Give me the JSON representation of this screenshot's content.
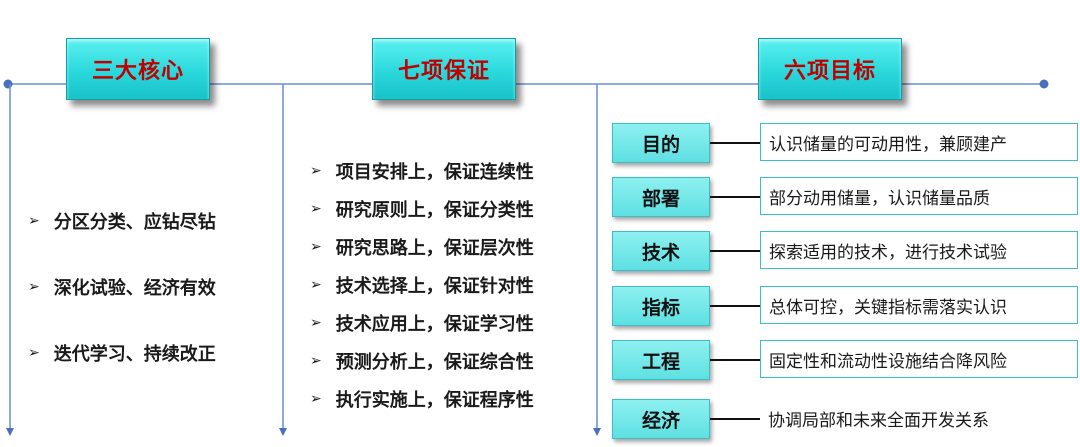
{
  "headers": [
    "三大核心",
    "七项保证",
    "六项目标"
  ],
  "core": [
    "分区分类、应钻尽钻",
    "深化试验、经济有效",
    "迭代学习、持续改正"
  ],
  "guarantees": [
    "项目安排上，保证连续性",
    "研究原则上，保证分类性",
    "研究思路上，保证层次性",
    "技术选择上，保证针对性",
    "技术应用上，保证学习性",
    "预测分析上，保证综合性",
    "执行实施上，保证程序性"
  ],
  "goals": [
    {
      "key": "目的",
      "value": "认识储量的可动用性，兼顾建产"
    },
    {
      "key": "部署",
      "value": "部分动用储量，认识储量品质"
    },
    {
      "key": "技术",
      "value": "探索适用的技术，进行技术试验"
    },
    {
      "key": "指标",
      "value": "总体可控，关键指标需落实认识"
    },
    {
      "key": "工程",
      "value": "固定性和流动性设施结合降风险"
    },
    {
      "key": "经济",
      "value": "协调局部和未来全面开发关系"
    }
  ],
  "colors": {
    "header_fill": "#2ad8dc",
    "header_text": "#c00000",
    "goal_key_fill": "#5ee0e2",
    "line": "#6a8fd1"
  }
}
